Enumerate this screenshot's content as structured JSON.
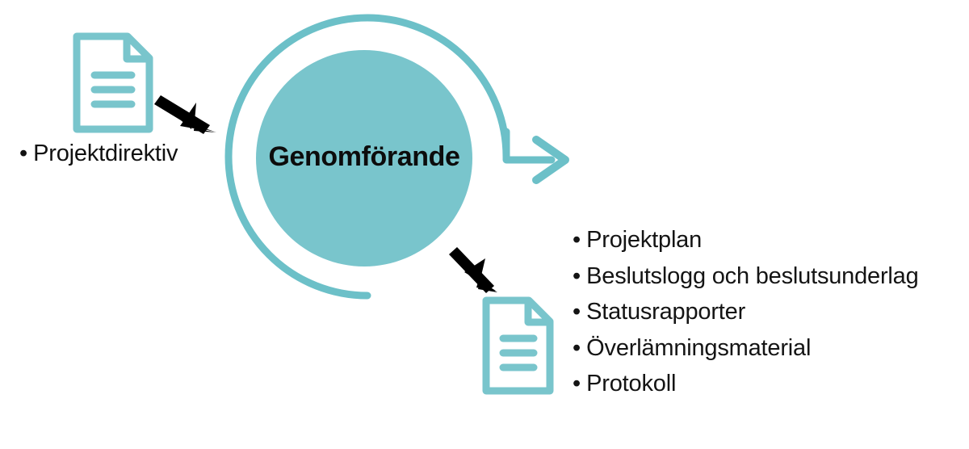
{
  "diagram": {
    "title": "Genomförande",
    "center_node": {
      "label": "Genomförande",
      "shape": "circle",
      "fill_color": "#79c5cc",
      "text_color": "#0c0c0c"
    },
    "cycle_arc": {
      "icon": "circular-arrow-icon",
      "color": "#6cc0c8",
      "direction": "clockwise-out-to-right"
    },
    "inputs": {
      "document_icon": "document-icon",
      "icon_color": "#79c5cc",
      "items": [
        {
          "bullet": "•",
          "label": "Projektdirektiv"
        }
      ]
    },
    "outputs": {
      "document_icon": "document-icon",
      "icon_color": "#79c5cc",
      "items": [
        {
          "bullet": "•",
          "label": "Projektplan"
        },
        {
          "bullet": "•",
          "label": "Beslutslogg och beslutsunderlag"
        },
        {
          "bullet": "•",
          "label": "Statusrapporter"
        },
        {
          "bullet": "•",
          "label": "Överlämningsmaterial"
        },
        {
          "bullet": "•",
          "label": "Protokoll"
        }
      ]
    },
    "connectors": [
      {
        "name": "input-arrow",
        "color": "#000000",
        "from": "input-document",
        "to": "center-node"
      },
      {
        "name": "output-arrow",
        "color": "#000000",
        "from": "center-node",
        "to": "output-document"
      }
    ],
    "colors": {
      "teal": "#79c5cc",
      "teal_stroke": "#6cc0c8",
      "text": "#111111",
      "arrow_black": "#000000",
      "background": "#ffffff"
    }
  }
}
